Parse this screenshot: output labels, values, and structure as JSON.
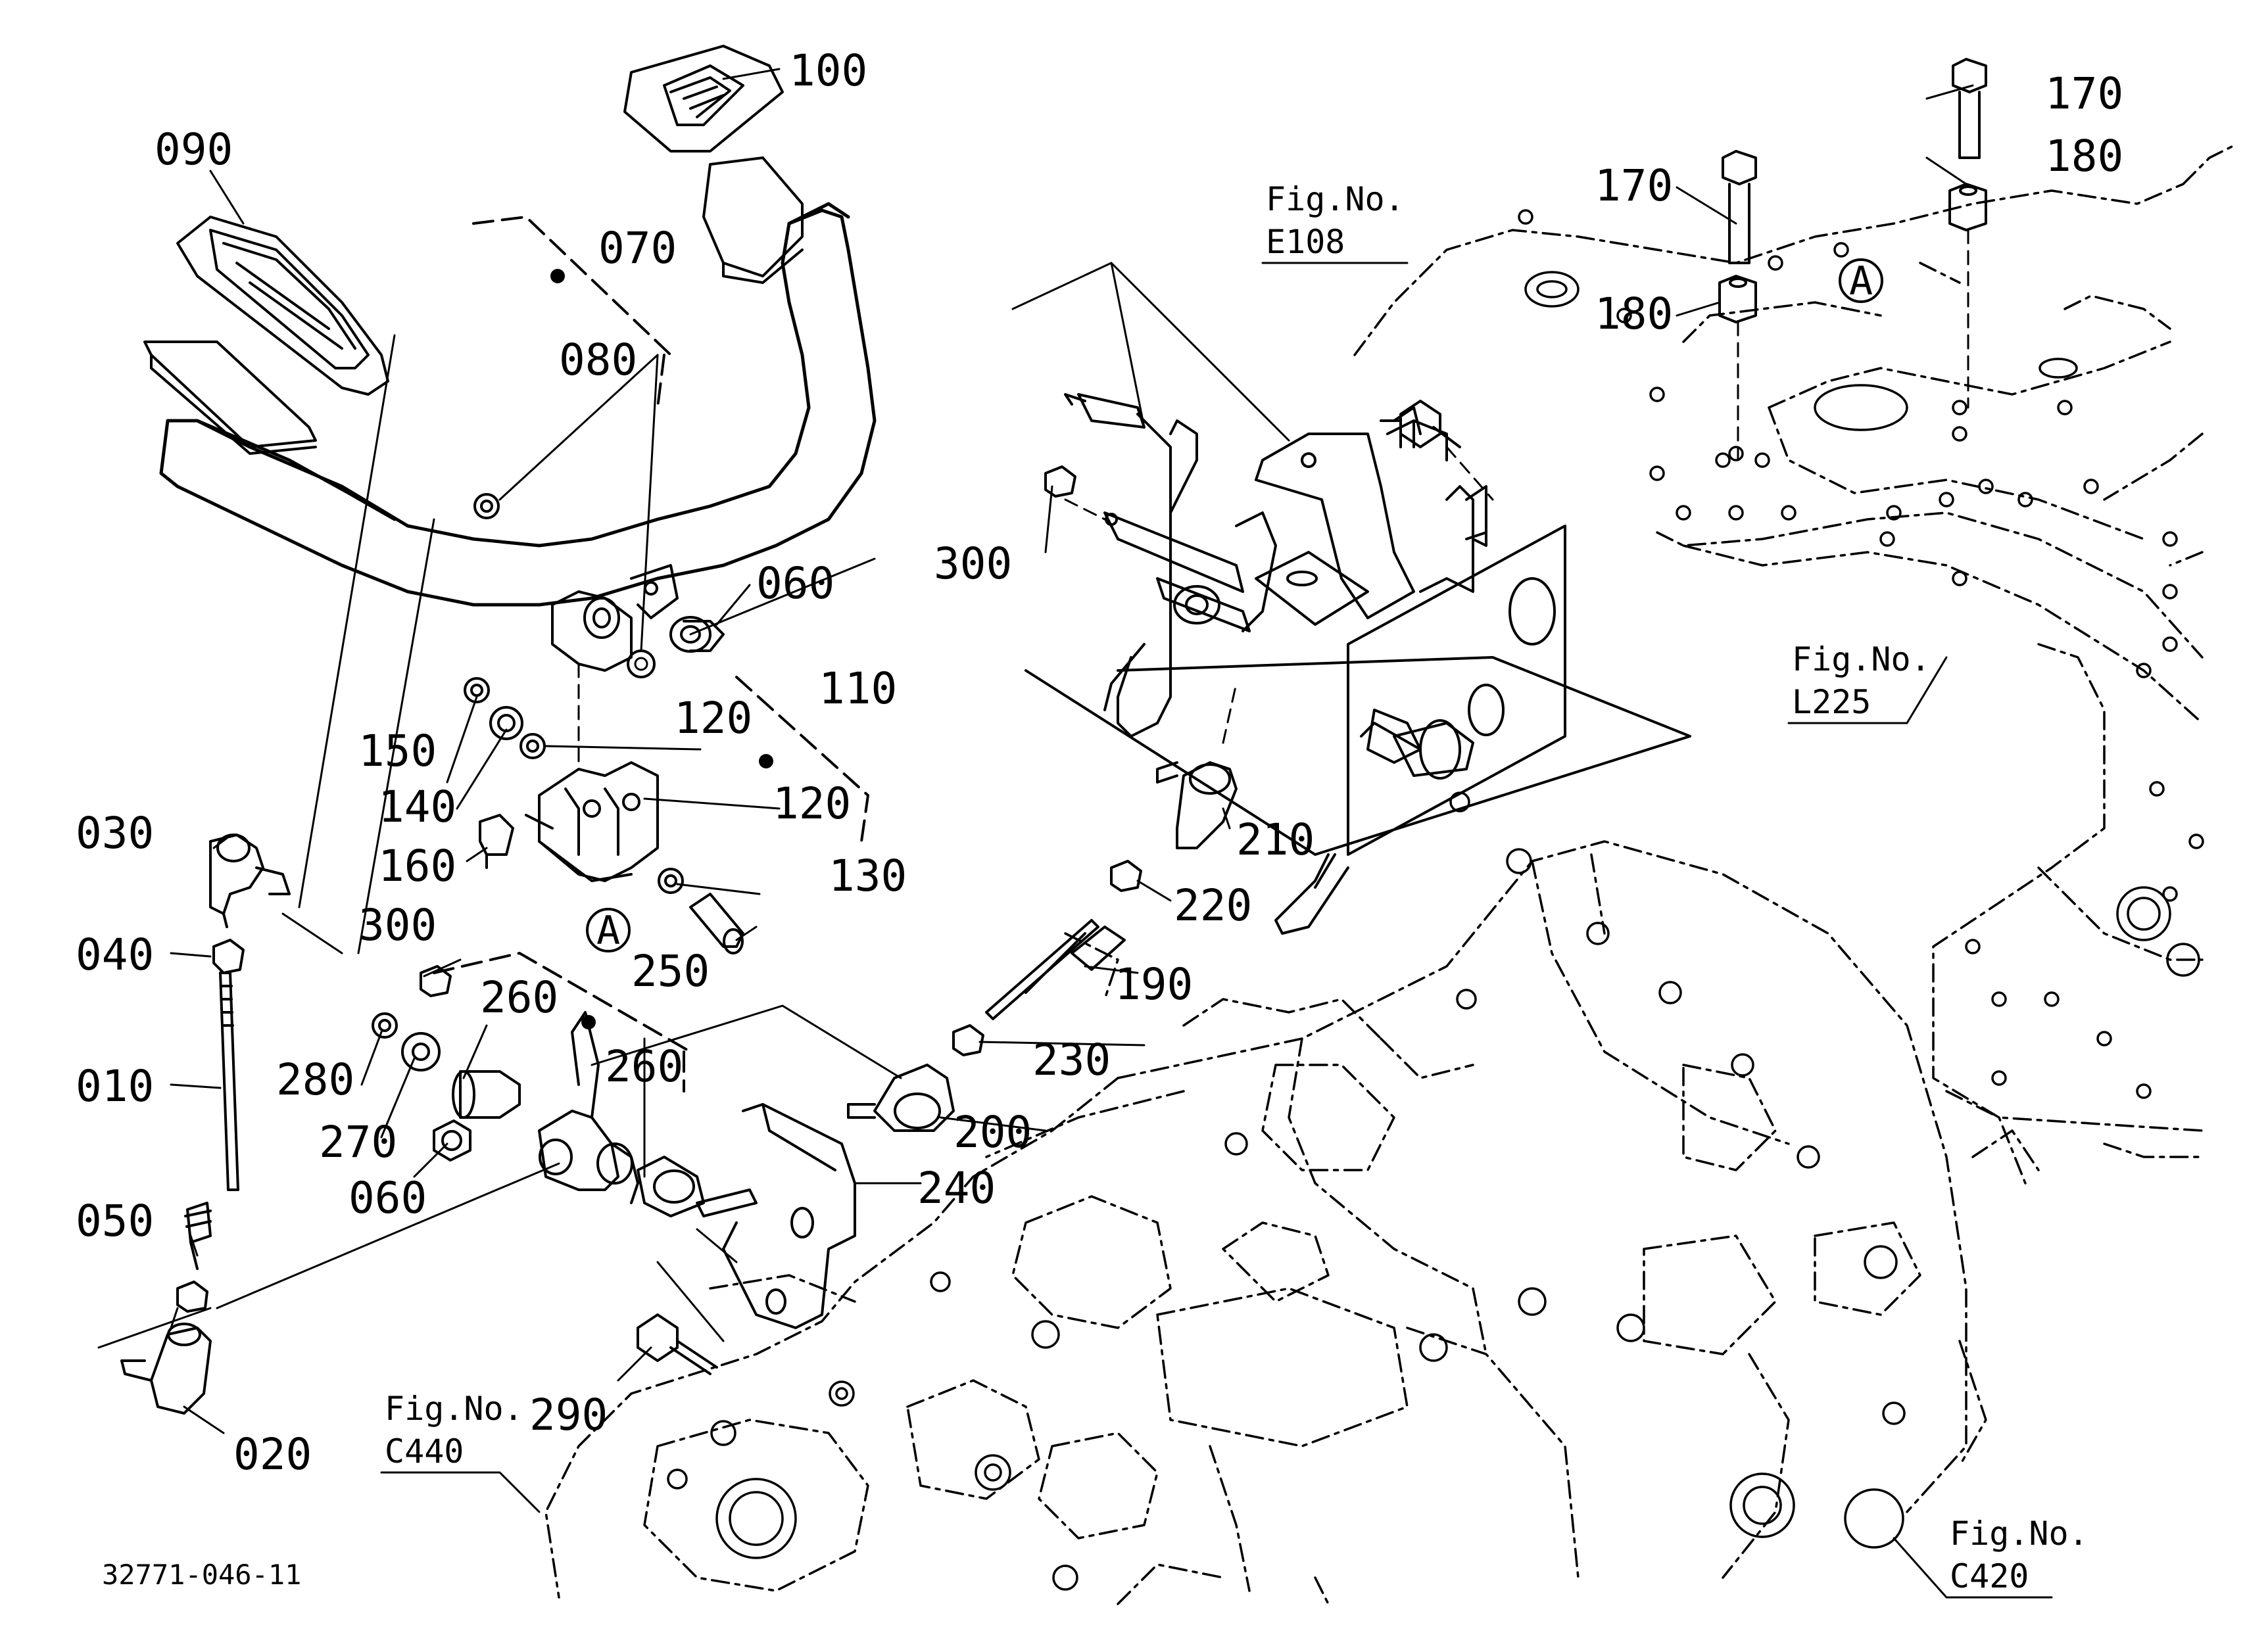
{
  "part_labels": {
    "p010": "010",
    "p020": "020",
    "p030": "030",
    "p040": "040",
    "p050": "050",
    "p060a": "060",
    "p060b": "060",
    "p070": "070",
    "p080": "080",
    "p090": "090",
    "p100": "100",
    "p110": "110",
    "p120a": "120",
    "p120b": "120",
    "p130": "130",
    "p140": "140",
    "p150": "150",
    "p160": "160",
    "p170a": "170",
    "p170b": "170",
    "p180a": "180",
    "p180b": "180",
    "p190": "190",
    "p200": "200",
    "p210": "210",
    "p220": "220",
    "p230": "230",
    "p240": "240",
    "p250": "250",
    "p260a": "260",
    "p260b": "260",
    "p270": "270",
    "p280": "280",
    "p290": "290",
    "p300a": "300",
    "p300b": "300"
  },
  "ref_markers": {
    "a1": "A",
    "a2": "A"
  },
  "figure_refs": {
    "e108": {
      "line1": "Fig.No.",
      "line2": "E108"
    },
    "l225": {
      "line1": "Fig.No.",
      "line2": "L225"
    },
    "c440": {
      "line1": "Fig.No.",
      "line2": "C440"
    },
    "c420": {
      "line1": "Fig.No.",
      "line2": "C420"
    }
  },
  "diagram_number": "32771-046-11"
}
